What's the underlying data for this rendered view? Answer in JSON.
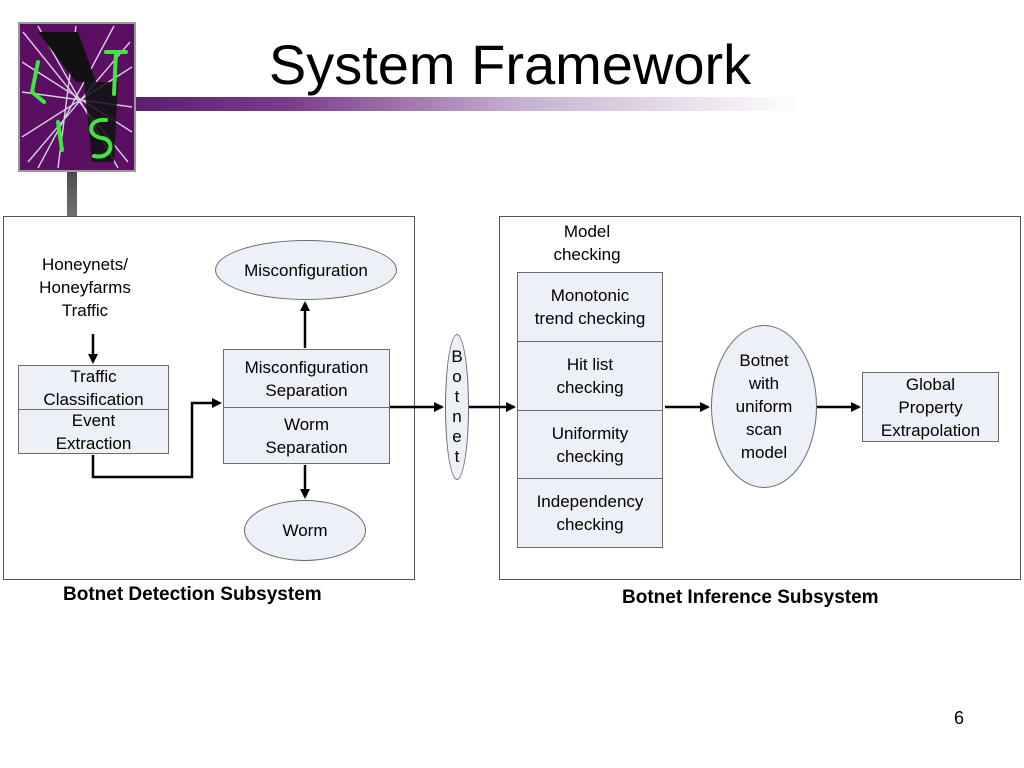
{
  "title": "System Framework",
  "page_number": "6",
  "logo": {
    "name": "iLab logo"
  },
  "detection": {
    "caption": "Botnet Detection Subsystem",
    "input_label": "Honeynets/\nHoneyfarms\nTraffic",
    "traffic_classification": "Traffic\nClassification",
    "event_extraction": "Event\nExtraction",
    "misconfig_separation": "Misconfiguration\nSeparation",
    "worm_separation": "Worm\nSeparation",
    "misconfiguration": "Misconfiguration",
    "worm": "Worm"
  },
  "botnet_letters": [
    "B",
    "o",
    "t",
    "n",
    "e",
    "t"
  ],
  "inference": {
    "caption": "Botnet Inference Subsystem",
    "model_checking": "Model\nchecking",
    "checks": [
      "Monotonic\ntrend checking",
      "Hit list\nchecking",
      "Uniformity\nchecking",
      "Independency\nchecking"
    ],
    "botnet_model": "Botnet\nwith\nuniform\nscan\nmodel",
    "global_property": "Global\nProperty\nExtrapolation"
  },
  "colors": {
    "box_fill": "#eef0f8",
    "title_bar_dark": "#5b1a6e",
    "logo_bg": "#5a0f63",
    "logo_accent": "#3ee63e"
  }
}
